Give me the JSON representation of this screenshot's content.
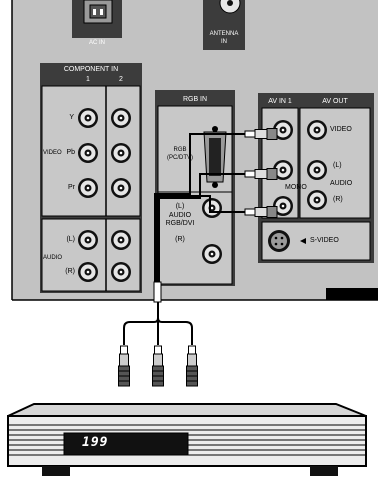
{
  "panel": {
    "ac_in": "AC IN",
    "antenna_in_line1": "ANTENNA",
    "antenna_in_line2": "IN",
    "component_in": {
      "title": "COMPONENT IN",
      "col1": "1",
      "col2": "2",
      "y": "Y",
      "video": "VIDEO",
      "pb": "Pb",
      "pr": "Pr",
      "audio": "AUDIO",
      "left": "(L)",
      "right": "(R)"
    },
    "rgb_in": {
      "title": "RGB IN",
      "rgb_line1": "RGB",
      "rgb_line2": "(PC/DTV)",
      "left": "(L)",
      "audio": "AUDIO",
      "audio_source": "RGB/DVI",
      "right": "(R)"
    },
    "av_in1": {
      "title": "AV IN 1",
      "mono": "MONO"
    },
    "av_out": {
      "title": "AV OUT",
      "video": "VIDEO",
      "left": "(L)",
      "audio": "AUDIO",
      "right": "(R)"
    },
    "s_video": "S-VIDEO"
  },
  "device": {
    "display_text": "199"
  },
  "colors": {
    "panel_bg": "#c2c2c2",
    "section_dark": "#3c3c3c",
    "jack_light": "#ececec",
    "line": "#000000"
  }
}
